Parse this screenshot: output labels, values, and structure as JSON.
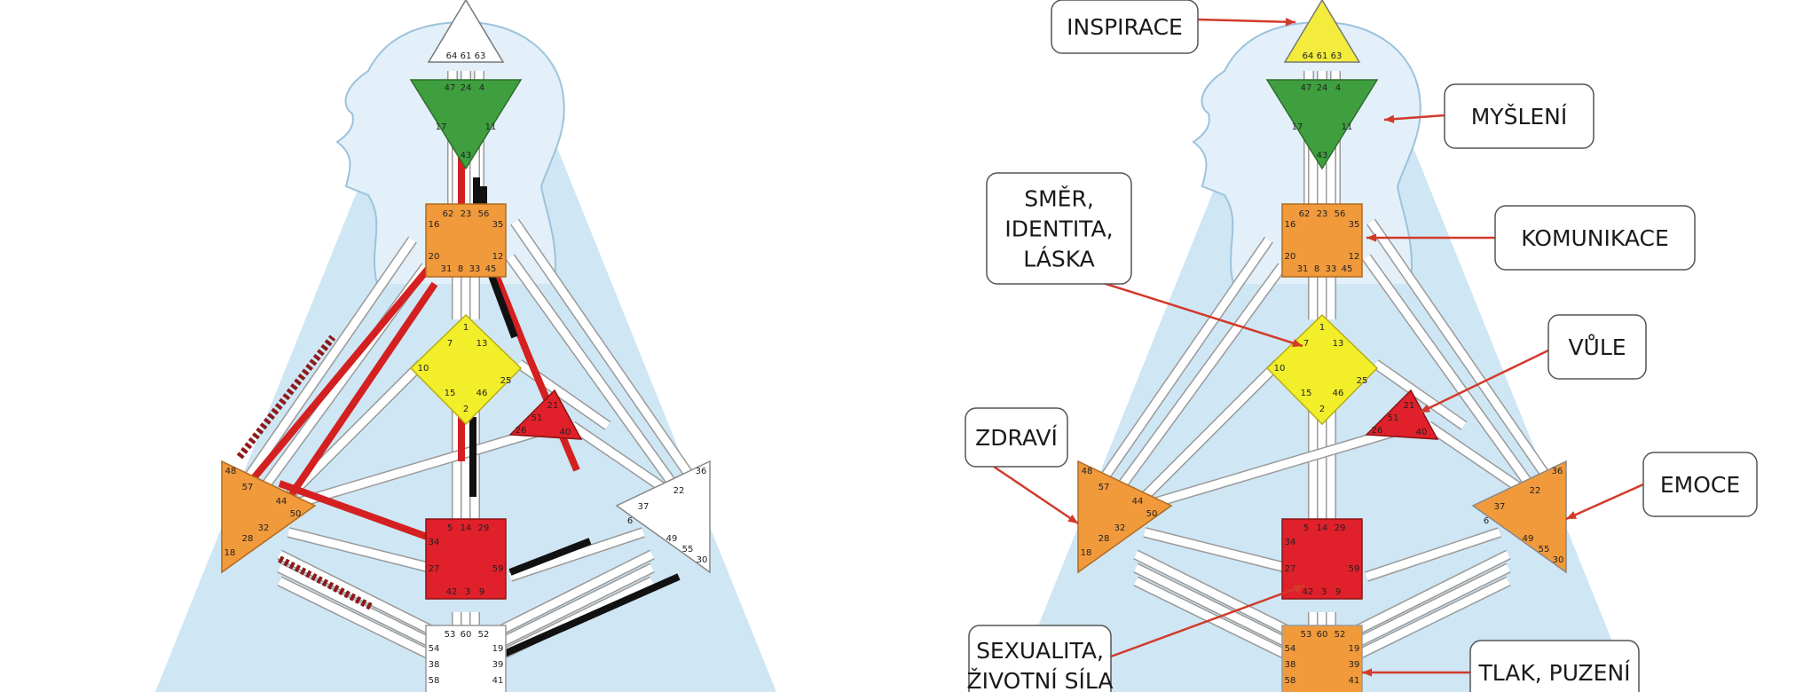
{
  "gates": {
    "head": [
      "64",
      "61",
      "63"
    ],
    "ajna": [
      "47",
      "24",
      "4",
      "17",
      "11",
      "43"
    ],
    "throat": [
      "62",
      "23",
      "56",
      "16",
      "35",
      "20",
      "12",
      "31",
      "8",
      "33",
      "45"
    ],
    "g": [
      "1",
      "7",
      "13",
      "10",
      "25",
      "15",
      "46",
      "2"
    ],
    "ego": [
      "21",
      "51",
      "26",
      "40"
    ],
    "spleen": [
      "48",
      "57",
      "44",
      "50",
      "32",
      "28",
      "18"
    ],
    "sacral": [
      "5",
      "14",
      "29",
      "34",
      "27",
      "59",
      "42",
      "3",
      "9"
    ],
    "solar": [
      "36",
      "22",
      "37",
      "6",
      "49",
      "55",
      "30"
    ],
    "root": [
      "53",
      "60",
      "52",
      "54",
      "38",
      "58",
      "19",
      "39",
      "41"
    ]
  },
  "labels": {
    "inspirace": "INSPIRACE",
    "mysleni": "MYŠLENÍ",
    "smer_1": "SMĚR,",
    "smer_2": "IDENTITA,",
    "smer_3": "LÁSKA",
    "komunikace": "KOMUNIKACE",
    "vule": "VŮLE",
    "zdravi": "ZDRAVÍ",
    "emoce": "EMOCE",
    "sex_1": "SEXUALITA,",
    "sex_2": "ŽIVOTNÍ SÍLA",
    "tlak": "TLAK, PUZENÍ"
  },
  "colors": {
    "background": "#cfe6f4",
    "head_outline": "#9cc3dc",
    "channel": "#ffffff",
    "channel_edge": "#9a9a9a",
    "defined_red": "#d42020",
    "defined_black": "#111111",
    "head_yellow": "#f3ec3c",
    "ajna_green": "#3f9f3f",
    "motor_red": "#e0202a",
    "orange_center": "#f19a3c",
    "g_yellow": "#f2ee2a",
    "arrow": "#d23a2a",
    "undefined": "#ffffff"
  }
}
